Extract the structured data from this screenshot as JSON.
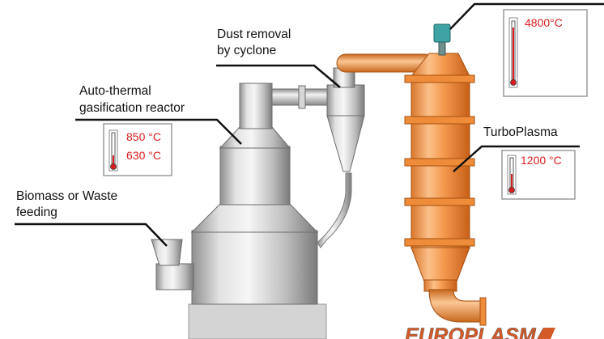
{
  "labels": {
    "dust_line1": "Dust removal",
    "dust_line2": "by cyclone",
    "reactor_line1": "Auto-thermal",
    "reactor_line2": "gasification reactor",
    "biomass_line1": "Biomass or Waste",
    "biomass_line2": "feeding",
    "turboplasma": "TurboPlasma"
  },
  "thermometers": {
    "torch": {
      "reading": "4800°C",
      "level": 0.9
    },
    "reactor": {
      "reading_high": "850 °C",
      "reading_low": "630 °C",
      "level": 0.3
    },
    "turboplasma": {
      "reading": "1200 °C",
      "level": 0.4
    }
  },
  "brand": {
    "name": "EUROPLASMA"
  },
  "colors": {
    "steel_light": "#e4e4e4",
    "steel_dark": "#8c8c8c",
    "plasma_orange": "#f39a4c",
    "plasma_orange_dark": "#c45e14",
    "temp_text": "#d81e1e",
    "brand_color": "#d45a28",
    "torch_teal": "#3fa3a3"
  }
}
